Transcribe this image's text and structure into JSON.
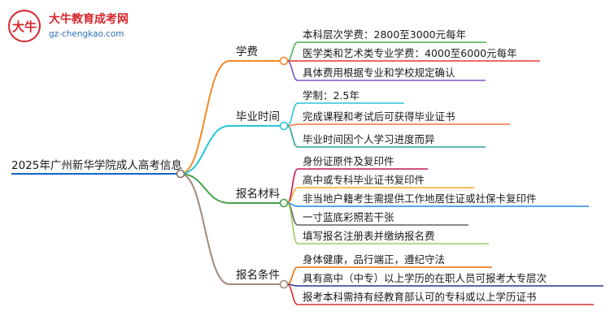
{
  "logo": {
    "mark": "大牛",
    "title": "大牛教育成考网",
    "url": "gz-chengkao.com"
  },
  "root": "2025年广州新华学院成人高考信息",
  "branches": [
    {
      "label": "学费",
      "color": "#f08a24",
      "children": [
        {
          "label": "本科层次学费：2800至3000元每年",
          "color": "#4caf50"
        },
        {
          "label": "医学类和艺术类专业学费：4000至6000元每年",
          "color": "#e53935"
        },
        {
          "label": "具体费用根据专业和学校规定确认",
          "color": "#7e57c2"
        }
      ]
    },
    {
      "label": "毕业时间",
      "color": "#26c6da",
      "children": [
        {
          "label": "学制：2.5年",
          "color": "#26c6da"
        },
        {
          "label": "完成课程和考试后可获得毕业证书",
          "color": "#ff7043"
        },
        {
          "label": "毕业时间因个人学习进度而异",
          "color": "#26a69a"
        }
      ]
    },
    {
      "label": "报名材料",
      "color": "#43a047",
      "children": [
        {
          "label": "身份证原件及复印件",
          "color": "#c2185b"
        },
        {
          "label": "高中或专科毕业证书复印件",
          "color": "#f9a825"
        },
        {
          "label": "非当地户籍考生需提供工作地居住证或社保卡复印件",
          "color": "#1e88e5"
        },
        {
          "label": "一寸蓝底彩照若干张",
          "color": "#616161"
        },
        {
          "label": "填写报名注册表并缴纳报名费",
          "color": "#9ccc65"
        }
      ]
    },
    {
      "label": "报名条件",
      "color": "#a1887f",
      "children": [
        {
          "label": "身体健康，品行端正，遵纪守法",
          "color": "#ef6c00"
        },
        {
          "label": "具有高中（中专）以上学历的在职人员可报考大专层次",
          "color": "#283593"
        },
        {
          "label": "报考本科需持有经教育部认可的专科或以上学历证书",
          "color": "#d32f2f"
        }
      ]
    }
  ],
  "colors": {
    "root_underline": "#1565c0",
    "root_connector": "#8d6e63",
    "node_fill": "#ffffff"
  }
}
